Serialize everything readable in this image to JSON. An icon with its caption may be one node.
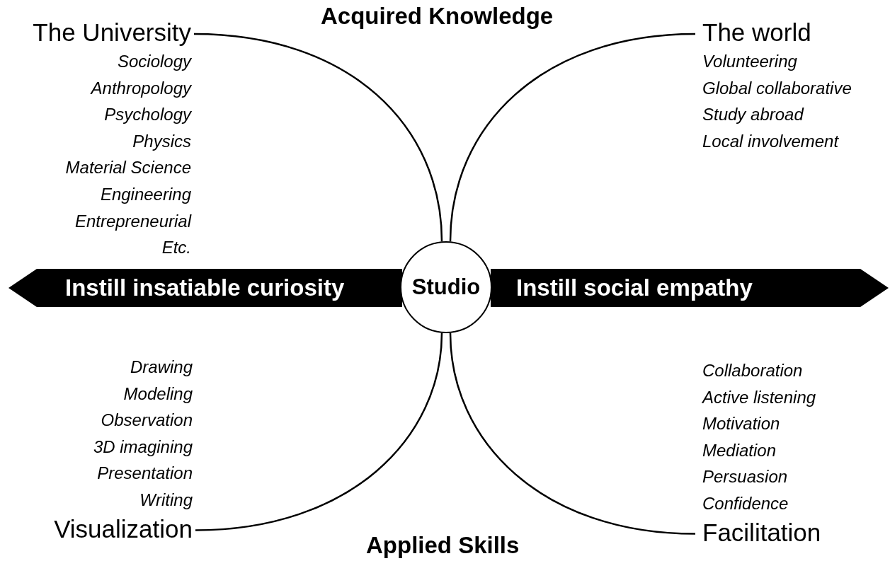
{
  "diagram": {
    "nodes": [
      {
        "text": [
          "The University",
          "Sociology",
          "Anthropology",
          "Psychology",
          "Physics",
          "Material Science",
          "Engineering",
          "Entrepreneurial",
          "Etc."
        ]
      },
      {
        "text": [
          "The world",
          "Volunteering",
          "Global collaborative",
          "Study abroad",
          "Local involvement"
        ]
      },
      {
        "text": [
          "Instill insatiable curiosity"
        ]
      },
      {
        "text": [
          "Studio"
        ]
      },
      {
        "text": [
          "Instill social empathy"
        ]
      },
      {
        "text": [
          "Drawing",
          "Modeling",
          "Observation",
          "3D imagining",
          "Presentation",
          "Writing",
          "Visualization"
        ]
      },
      {
        "text": [
          "Collaboration",
          "Active listening",
          "Motivation",
          "Mediation",
          "Persuasion",
          "Confidence",
          "Facilitation"
        ]
      }
    ],
    "edges": [
      {
        "from": 0,
        "to": 3,
        "arrow": "none"
      },
      {
        "from": 1,
        "to": 3,
        "arrow": "none"
      },
      {
        "from": 5,
        "to": 3,
        "arrow": "none"
      },
      {
        "from": 6,
        "to": 3,
        "arrow": "none"
      }
    ],
    "labels": [
      "Acquired Knowledge",
      "Applied Skills"
    ]
  }
}
